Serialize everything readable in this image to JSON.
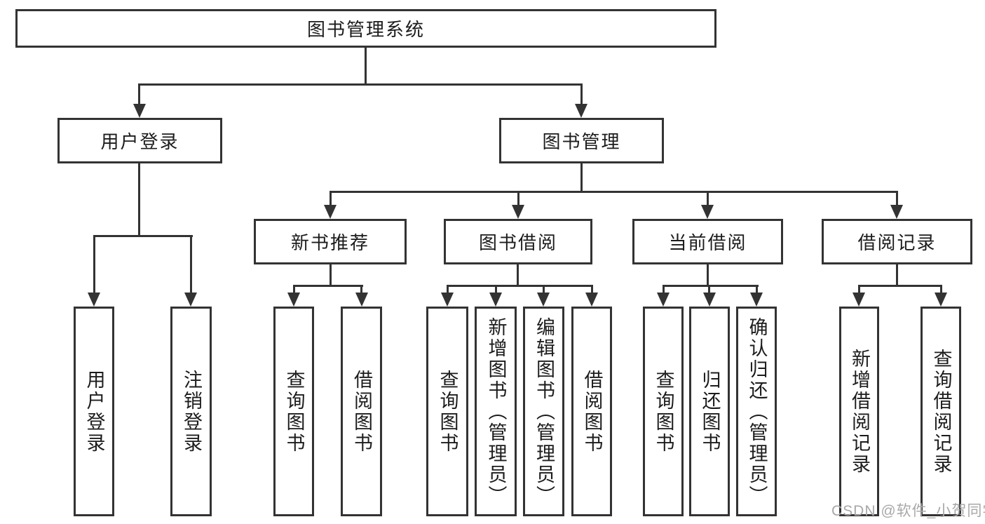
{
  "diagram": {
    "root": {
      "label": "图书管理系统"
    },
    "branches": [
      {
        "label": "用户登录",
        "children": [
          {
            "label": "用户登录"
          },
          {
            "label": "注销登录"
          }
        ]
      },
      {
        "label": "图书管理",
        "children": [
          {
            "label": "新书推荐",
            "children": [
              {
                "label": "查询图书"
              },
              {
                "label": "借阅图书"
              }
            ]
          },
          {
            "label": "图书借阅",
            "children": [
              {
                "label": "查询图书"
              },
              {
                "label": "新增图书（管理员）"
              },
              {
                "label": "编辑图书（管理员）"
              },
              {
                "label": "借阅图书"
              }
            ]
          },
          {
            "label": "当前借阅",
            "children": [
              {
                "label": "查询图书"
              },
              {
                "label": "归还图书"
              },
              {
                "label": "确认归还（管理员）"
              }
            ]
          },
          {
            "label": "借阅记录",
            "children": [
              {
                "label": "新增借阅记录"
              },
              {
                "label": "查询借阅记录"
              }
            ]
          }
        ]
      }
    ]
  },
  "watermark": {
    "text": "CSDN @软件_小贺同学"
  },
  "colors": {
    "line": "#333333",
    "background": "#ffffff",
    "watermark": "#a8a8a8"
  }
}
